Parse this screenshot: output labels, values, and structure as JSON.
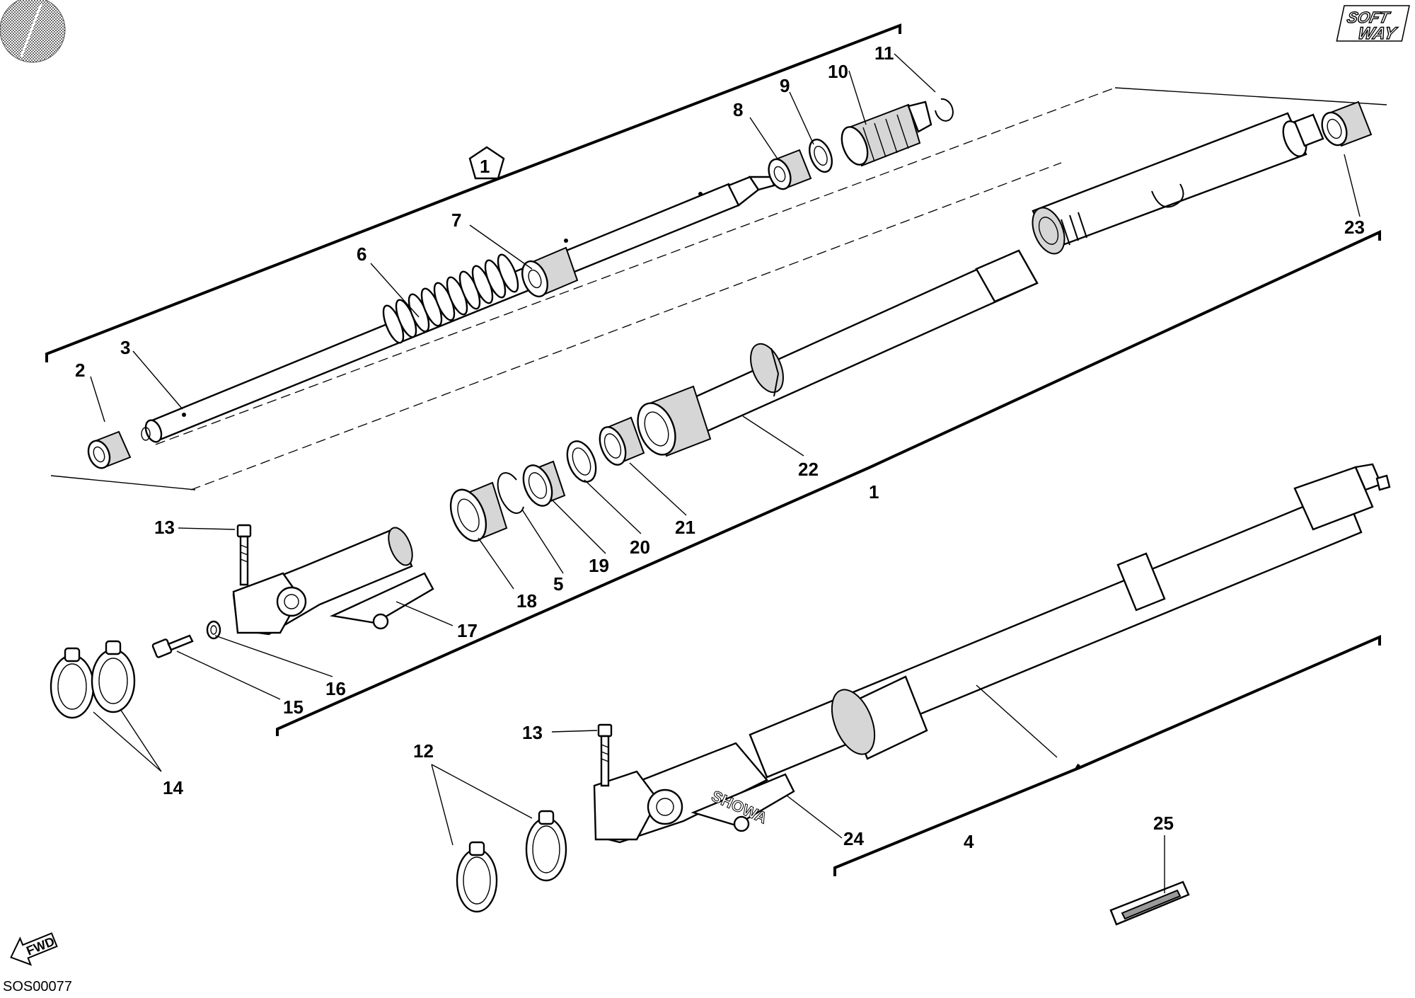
{
  "diagram": {
    "drawing_code": "SOS00077",
    "logo": {
      "line1": "SOFT",
      "line2": "WAY"
    },
    "fwd_label": "FWD",
    "brand_marking": "SHOWA",
    "assembly_tag": "1",
    "callouts": [
      "1",
      "2",
      "3",
      "4",
      "5",
      "6",
      "7",
      "8",
      "9",
      "10",
      "11",
      "12",
      "13",
      "13",
      "14",
      "15",
      "16",
      "17",
      "18",
      "19",
      "20",
      "21",
      "22",
      "23",
      "24",
      "25"
    ]
  }
}
